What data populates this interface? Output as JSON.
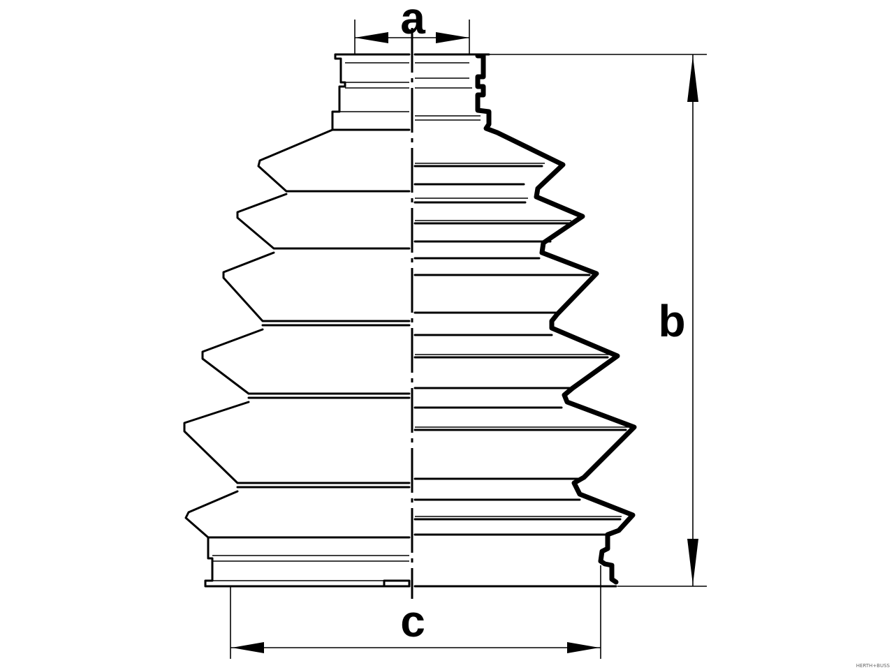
{
  "dimensions": {
    "a": "a",
    "b": "b",
    "c": "c"
  },
  "brand_mark": "HERTH+BUSS",
  "colors": {
    "line": "#000000",
    "background": "#ffffff"
  }
}
